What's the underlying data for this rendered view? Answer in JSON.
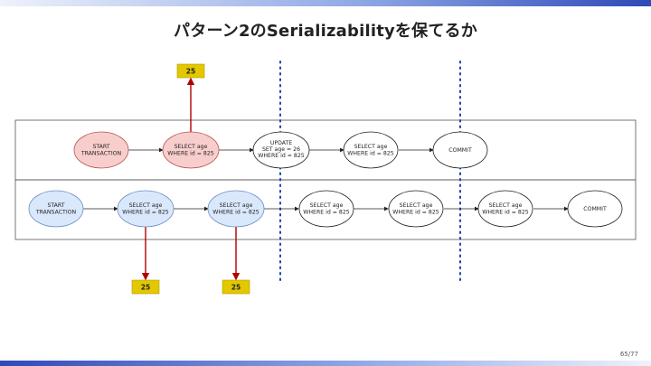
{
  "slide": {
    "title": "パターン2のSerializabilityを保てるか",
    "page_number": "65/77"
  },
  "colors": {
    "accent": "#2f49b8",
    "row1_fill": "#f8cecc",
    "row1_stroke": "#b85450",
    "row2_fill": "#dae8fc",
    "row2_stroke": "#6c8ebf",
    "value_box": "#e3c800",
    "read_arrow": "#b20000",
    "divider": "#1f3fb0"
  },
  "diagram": {
    "row1": [
      {
        "lines": [
          "START",
          "TRANSACTION"
        ],
        "style": "red"
      },
      {
        "lines": [
          "SELECT age",
          "WHERE id = 825"
        ],
        "style": "red"
      },
      {
        "lines": [
          "UPDATE",
          "SET age = 26",
          "WHERE id = 825"
        ],
        "style": "white"
      },
      {
        "lines": [
          "SELECT age",
          "WHERE id = 825"
        ],
        "style": "white"
      },
      {
        "lines": [
          "COMMIT"
        ],
        "style": "white"
      }
    ],
    "row2": [
      {
        "lines": [
          "START",
          "TRANSACTION"
        ],
        "style": "blue"
      },
      {
        "lines": [
          "SELECT age",
          "WHERE id = 825"
        ],
        "style": "blue"
      },
      {
        "lines": [
          "SELECT age",
          "WHERE id = 825"
        ],
        "style": "blue"
      },
      {
        "lines": [
          "SELECT age",
          "WHERE id = 825"
        ],
        "style": "white"
      },
      {
        "lines": [
          "SELECT age",
          "WHERE id = 825"
        ],
        "style": "white"
      },
      {
        "lines": [
          "SELECT age",
          "WHERE id = 825"
        ],
        "style": "white"
      },
      {
        "lines": [
          "COMMIT"
        ],
        "style": "white"
      }
    ],
    "read_values": [
      {
        "label": "25",
        "from": "row1-node-2"
      },
      {
        "label": "25",
        "from": "row2-node-2"
      },
      {
        "label": "25",
        "from": "row2-node-3"
      }
    ]
  }
}
